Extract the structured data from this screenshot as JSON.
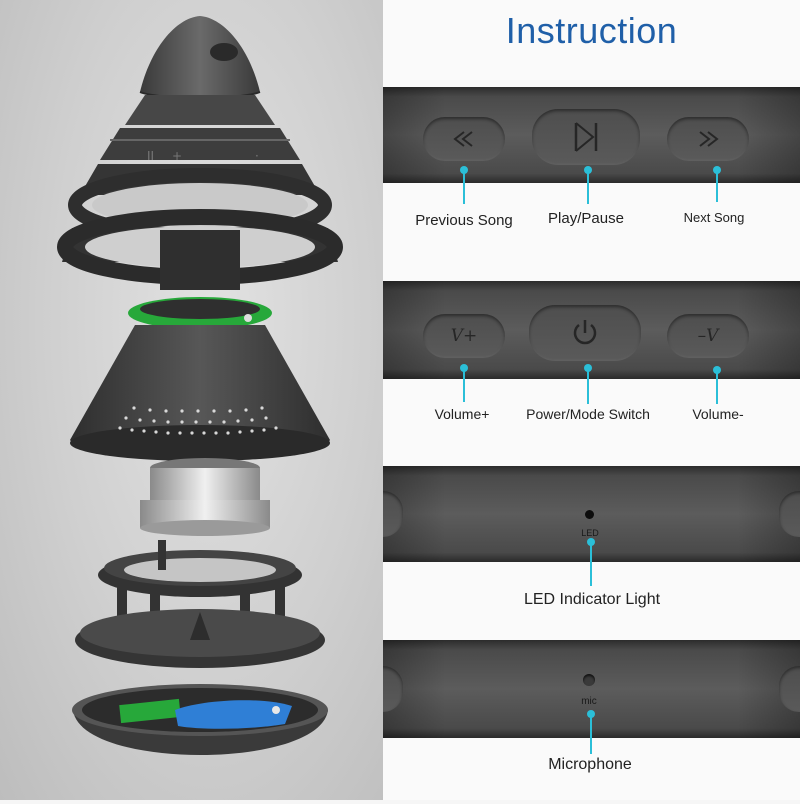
{
  "header": {
    "title": "Instruction"
  },
  "panel1": {
    "prev_label": "Previous Song",
    "play_label": "Play/Pause",
    "next_label": "Next Song"
  },
  "panel2": {
    "vol_up_glyph": "V+",
    "vol_down_glyph": "–V",
    "vol_up_label": "Volume+",
    "power_label": "Power/Mode Switch",
    "vol_down_label": "Volume-"
  },
  "panel3": {
    "led_small": "LED",
    "led_label": "LED Indicator Light"
  },
  "panel4": {
    "mic_small": "mic",
    "mic_label": "Microphone"
  },
  "colors": {
    "title": "#1f5fa8",
    "pointer": "#2bbfd8",
    "speaker": "#3f3f3f",
    "pcb": "#27a83a"
  },
  "icons": [
    "rewind-icon",
    "play-pause-icon",
    "fast-forward-icon",
    "power-icon",
    "led-dot-icon",
    "mic-hole-icon"
  ]
}
